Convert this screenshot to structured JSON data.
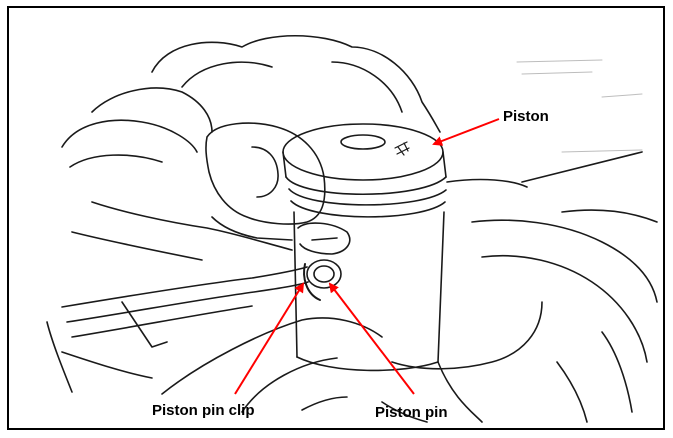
{
  "figure": {
    "labels": {
      "piston": "Piston",
      "piston_pin_clip": "Piston pin clip",
      "piston_pin": "Piston pin"
    },
    "colors": {
      "callout_arrow": "#ff0000",
      "line_art": "#1a1a1a",
      "frame": "#000000"
    }
  }
}
